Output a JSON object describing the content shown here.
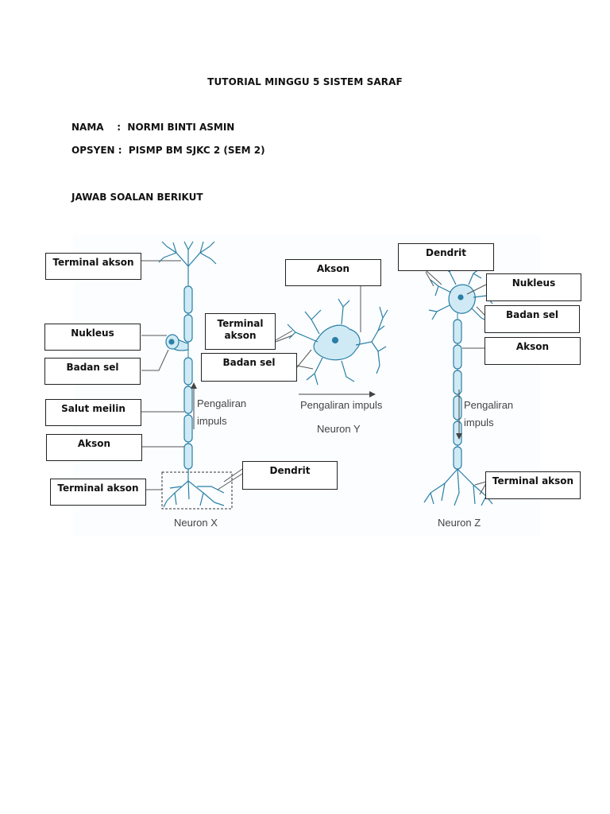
{
  "doc": {
    "title": "TUTORIAL MINGGU 5 SISTEM SARAF",
    "nama_line": "NAMA    :  NORMI BINTI ASMIN",
    "opsyen_line": "OPSYEN :  PISMP BM SJKC 2 (SEM 2)",
    "instruction": "JAWAB SOALAN BERIKUT"
  },
  "figure": {
    "neuron_x": {
      "caption": "Neuron X",
      "flow_text_1": "Pengaliran",
      "flow_text_2": "impuls",
      "labels": {
        "terminal_akson_top": "Terminal akson",
        "nukleus": "Nukleus",
        "badan_sel": "Badan sel",
        "salut_meilin": "Salut meilin",
        "akson": "Akson",
        "terminal_akson_bottom": "Terminal akson",
        "dendrit": "Dendrit"
      }
    },
    "neuron_y": {
      "caption": "Neuron Y",
      "flow_text": "Pengaliran impuls",
      "labels": {
        "akson": "Akson",
        "terminal_akson_1": "Terminal",
        "terminal_akson_2": "akson",
        "badan_sel": "Badan sel"
      }
    },
    "neuron_z": {
      "caption": "Neuron Z",
      "flow_text_1": "Pengaliran",
      "flow_text_2": "impuls",
      "labels": {
        "dendrit": "Dendrit",
        "nukleus": "Nukleus",
        "badan_sel": "Badan sel",
        "akson": "Akson",
        "terminal_akson": "Terminal akson"
      }
    },
    "colors": {
      "neuron_fill": "#cfeaf4",
      "neuron_stroke": "#2a7fa6",
      "leader_line": "#555555"
    }
  }
}
